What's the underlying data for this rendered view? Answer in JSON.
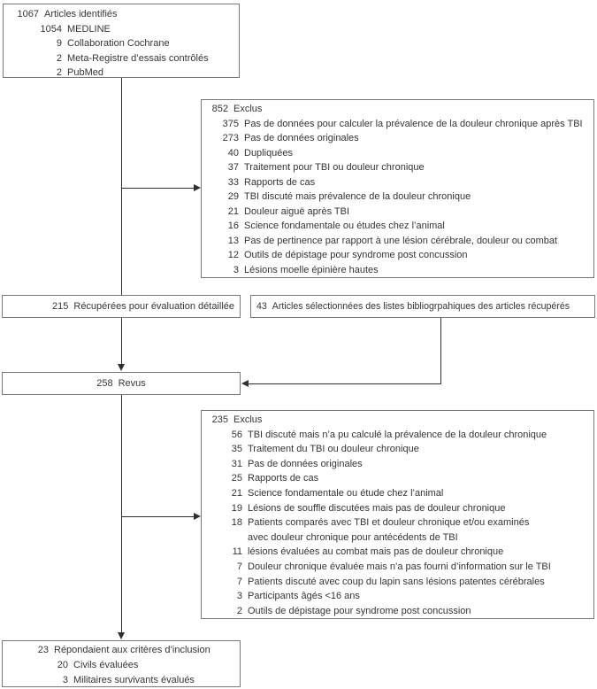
{
  "colors": {
    "background": "#ffffff",
    "box_border": "#77787b",
    "text": "#343437",
    "connector": "#2f2f31"
  },
  "boxes": {
    "identified": {
      "header": {
        "num": "1067",
        "label": "Articles identifiés"
      },
      "items": [
        {
          "num": "1054",
          "label": "MEDLINE"
        },
        {
          "num": "9",
          "label": "Collaboration Cochrane"
        },
        {
          "num": "2",
          "label": "Meta-Registre d’essais contrôlés"
        },
        {
          "num": "2",
          "label": "PubMed"
        }
      ]
    },
    "excluded1": {
      "header": {
        "num": "852",
        "label": "Exclus"
      },
      "items": [
        {
          "num": "375",
          "label": "Pas de données pour calculer la prévalence de la douleur chronique après TBI"
        },
        {
          "num": "273",
          "label": "Pas de données originales"
        },
        {
          "num": "40",
          "label": "Dupliquées"
        },
        {
          "num": "37",
          "label": "Traitement pour TBI ou douleur chronique"
        },
        {
          "num": "33",
          "label": "Rapports de cas"
        },
        {
          "num": "29",
          "label": "TBI discuté mais prévalence de la douleur chronique"
        },
        {
          "num": "21",
          "label": "Douleur aiguë après TBI"
        },
        {
          "num": "16",
          "label": "Science fondamentale ou études chez l’animal"
        },
        {
          "num": "13",
          "label": "Pas de pertinence par rapport à une lésion cérébrale, douleur ou combat"
        },
        {
          "num": "12",
          "label": "Outils de dépistage pour syndrome post concussion"
        },
        {
          "num": "3",
          "label": "Lésions moelle épinière hautes"
        }
      ]
    },
    "retrieved": {
      "num": "215",
      "label": "Récupérées pour évaluation détaillée"
    },
    "bibliography": {
      "num": "43",
      "label": "Articles sélectionnées des listes bibliogrpahiques des articles récupérés"
    },
    "reviewed": {
      "num": "258",
      "label": "Revus"
    },
    "excluded2": {
      "header": {
        "num": "235",
        "label": "Exclus"
      },
      "items": [
        {
          "num": "56",
          "label": "TBI discuté mais n’a pu calculé la prévalence de la douleur chronique"
        },
        {
          "num": "35",
          "label": "Traitement du TBI ou douleur chronique"
        },
        {
          "num": "31",
          "label": "Pas de données originales"
        },
        {
          "num": "25",
          "label": "Rapports de cas"
        },
        {
          "num": "21",
          "label": "Science fondamentale ou étude chez l’animal"
        },
        {
          "num": "19",
          "label": "Lésions de souffle discutées mais pas de douleur chronique"
        },
        {
          "num": "18",
          "label": "Patients comparés avec TBI et douleur chronique et/ou examinés\navec douleur chronique pour antécédents de TBI"
        },
        {
          "num": "11",
          "label": "lésions évaluées au combat mais pas de douleur chronique"
        },
        {
          "num": "7",
          "label": "Douleur chronique évaluée mais n’a pas fourni d’information sur le TBI"
        },
        {
          "num": "7",
          "label": "Patients discuté avec coup du lapin sans lésions patentes cérébrales"
        },
        {
          "num": "3",
          "label": "Participants âgés <16 ans"
        },
        {
          "num": "2",
          "label": "Outils de dépistage pour syndrome post concussion"
        }
      ]
    },
    "included": {
      "header": {
        "num": "23",
        "label": "Répondaient aux critères d’inclusion"
      },
      "items": [
        {
          "num": "20",
          "label": "Civils évaluées"
        },
        {
          "num": "3",
          "label": "Militaires survivants évalués"
        }
      ]
    }
  }
}
